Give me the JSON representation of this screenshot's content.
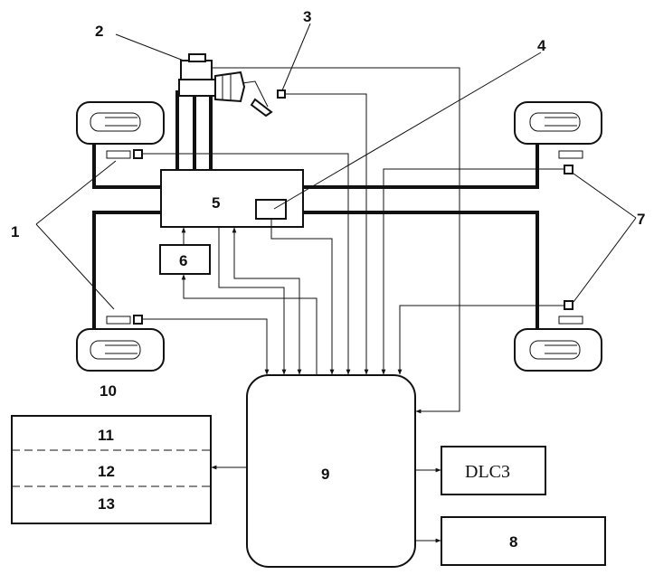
{
  "labels": {
    "n1": "1",
    "n2": "2",
    "n3": "3",
    "n4": "4",
    "n5": "5",
    "n6": "6",
    "n7": "7",
    "n8": "8",
    "n9": "9",
    "n10": "10",
    "n11": "11",
    "n12": "12",
    "n13": "13",
    "dlc3": "DLC3"
  },
  "icons": {
    "wheel": "wheel-icon",
    "sensor": "speed-sensor-icon",
    "master_cylinder": "brake-master-cylinder-icon",
    "pedal": "brake-pedal-icon"
  },
  "colors": {
    "line": "#111111",
    "background": "#ffffff"
  }
}
